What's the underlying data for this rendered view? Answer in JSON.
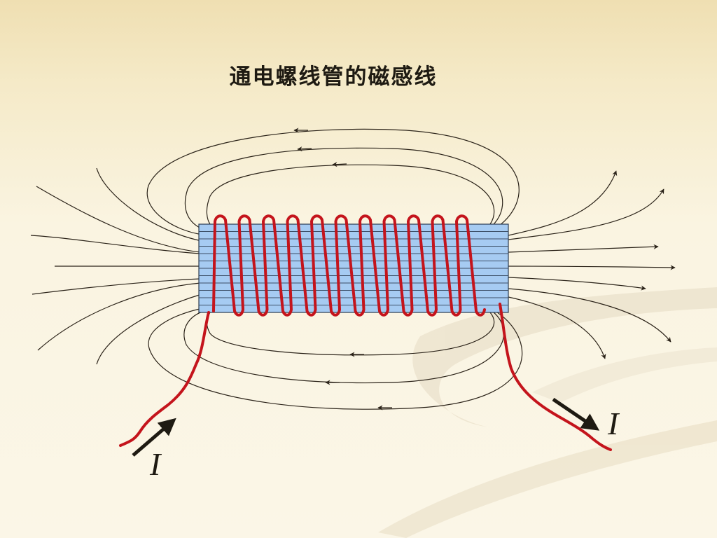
{
  "slide": {
    "title": "通电螺线管的磁感线"
  },
  "diagram": {
    "coil_turns": 11,
    "current_label_in": "I",
    "current_label_out": "I",
    "colors": {
      "core_fill": "#a6cbf2",
      "core_stroke": "#2c3c52",
      "wire": "#c4141c",
      "field_line": "#2a2218",
      "arrow": "#1e1a12"
    }
  }
}
